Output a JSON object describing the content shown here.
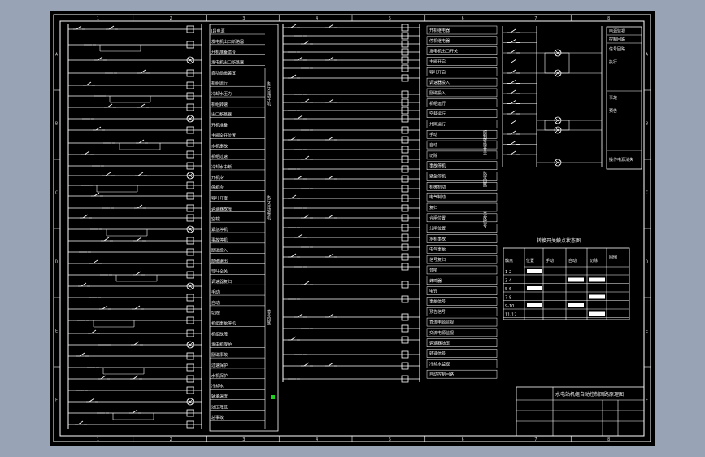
{
  "grid": {
    "columns": [
      "1",
      "2",
      "3",
      "4",
      "5",
      "6",
      "7",
      "8"
    ],
    "rows": [
      "A",
      "B",
      "C",
      "D",
      "E",
      "F"
    ]
  },
  "left_column_labels": [
    "Ⅰ段电源",
    "发电机出口断路器",
    "开机准备信号",
    "发电机出口断路器",
    "自动励磁装置",
    "机组运行",
    "冷却水压力",
    "机组转速",
    "出口断路器",
    "开机准备",
    "主阀全开位置",
    "水机事故",
    "机组过速",
    "冷却水中断",
    "开机令",
    "停机令",
    "导叶开度",
    "调速器故障",
    "空载",
    "紧急停机",
    "事故停机",
    "励磁投入",
    "励磁退出",
    "导叶全关",
    "调速器复归",
    "手动",
    "自动",
    "切除",
    "机组事故停机",
    "机组故障",
    "发电机保护",
    "励磁事故",
    "过速保护",
    "水机保护",
    "冷却水",
    "轴承温度",
    "油压降低",
    "总事故"
  ],
  "left_group_labels": [
    "执行自动开机",
    "执行自动停机",
    "信号回路"
  ],
  "right_column_labels": [
    "开机继电器",
    "停机继电器",
    "发电机出口开关",
    "主阀开启",
    "导叶开启",
    "调速器投入",
    "励磁投入",
    "机组运行",
    "空载运行",
    "并网运行",
    "手动",
    "自动",
    "切除",
    "事故停机",
    "紧急停机",
    "机械制动",
    "电气制动",
    "复归",
    "合闸位置",
    "分闸位置",
    "水机事故",
    "电气事故",
    "信号复归",
    "音响",
    "蜂鸣器",
    "电铃",
    "事故信号",
    "预告信号",
    "直流电源监视",
    "交流电源监视",
    "调速器油压",
    "转速信号",
    "冷却水监视",
    "自动控制回路"
  ],
  "right_group_labels": [
    "控制转换开关",
    "执行回路",
    "事故信号"
  ],
  "legend_box": {
    "labels": [
      "电源监视",
      "控制回路",
      "信号回路",
      "执行",
      "事故",
      "预告",
      "操作电源消失"
    ]
  },
  "table": {
    "title": "转换开关触点状态图",
    "headers": [
      "触点",
      "位置",
      "手动",
      "自动",
      "切除",
      "图例"
    ],
    "rows": [
      "1-2",
      "3-4",
      "5-6",
      "7-8",
      "9-10",
      "11-12"
    ]
  },
  "title_block": {
    "title": "水电站机组自动控制回路原理图"
  },
  "colors": {
    "background": "#98a3b5",
    "sheet": "#000000",
    "lines": "#ffffff",
    "marker": "#1fd11f"
  }
}
